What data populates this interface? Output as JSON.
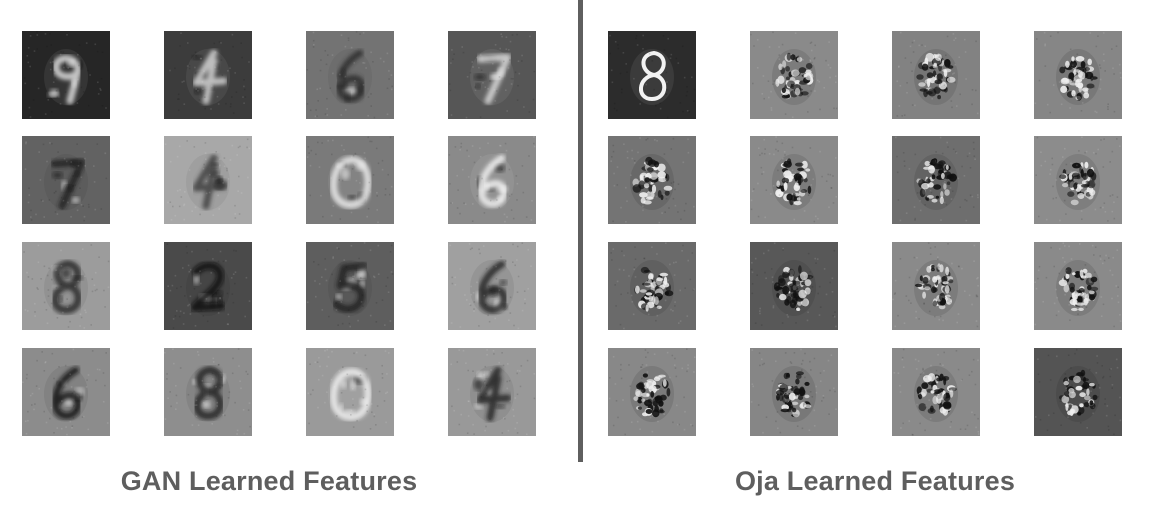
{
  "panels": [
    {
      "id": "gan",
      "caption": "GAN Learned Features",
      "tiles": [
        {
          "bg": "#262626",
          "stroke": "#e8e8e8",
          "digit": "9",
          "noise": "smooth"
        },
        {
          "bg": "#3c3c3c",
          "stroke": "#dcdcdc",
          "digit": "4",
          "noise": "smooth"
        },
        {
          "bg": "#737373",
          "stroke": "#2a2a2a",
          "digit": "6",
          "noise": "smooth"
        },
        {
          "bg": "#565656",
          "stroke": "#e0e0e0",
          "digit": "7",
          "noise": "smooth"
        },
        {
          "bg": "#626262",
          "stroke": "#1c1c1c",
          "digit": "7",
          "noise": "smooth"
        },
        {
          "bg": "#a8a8a8",
          "stroke": "#3a3a3a",
          "digit": "4",
          "noise": "smooth"
        },
        {
          "bg": "#7a7a7a",
          "stroke": "#f0f0f0",
          "digit": "0",
          "noise": "smooth"
        },
        {
          "bg": "#8a8a8a",
          "stroke": "#f6f6f6",
          "digit": "6",
          "noise": "smooth"
        },
        {
          "bg": "#9c9c9c",
          "stroke": "#222222",
          "digit": "8",
          "noise": "smooth"
        },
        {
          "bg": "#4a4a4a",
          "stroke": "#0f0f0f",
          "digit": "2",
          "noise": "smooth"
        },
        {
          "bg": "#5e5e5e",
          "stroke": "#1a1a1a",
          "digit": "5",
          "noise": "smooth"
        },
        {
          "bg": "#a0a0a0",
          "stroke": "#1a1a1a",
          "digit": "6",
          "noise": "smooth"
        },
        {
          "bg": "#8c8c8c",
          "stroke": "#111111",
          "digit": "6",
          "noise": "smooth"
        },
        {
          "bg": "#8e8e8e",
          "stroke": "#1a1a1a",
          "digit": "8",
          "noise": "smooth"
        },
        {
          "bg": "#9a9a9a",
          "stroke": "#f4f4f4",
          "digit": "0",
          "noise": "smooth"
        },
        {
          "bg": "#999999",
          "stroke": "#1c1c1c",
          "digit": "4",
          "noise": "smooth"
        }
      ]
    },
    {
      "id": "oja",
      "caption": "Oja Learned Features",
      "tiles": [
        {
          "bg": "#2c2c2c",
          "stroke": "#f2f2f2",
          "digit": "8",
          "noise": "clean"
        },
        {
          "bg": "#8a8a8a",
          "stroke": "#151515",
          "digit": "blob",
          "noise": "busy"
        },
        {
          "bg": "#828282",
          "stroke": "#151515",
          "digit": "blob",
          "noise": "busy"
        },
        {
          "bg": "#868686",
          "stroke": "#151515",
          "digit": "blob",
          "noise": "busy"
        },
        {
          "bg": "#747474",
          "stroke": "#151515",
          "digit": "blob",
          "noise": "busy"
        },
        {
          "bg": "#8a8a8a",
          "stroke": "#151515",
          "digit": "blob",
          "noise": "busy"
        },
        {
          "bg": "#6e6e6e",
          "stroke": "#151515",
          "digit": "blob",
          "noise": "busy"
        },
        {
          "bg": "#8c8c8c",
          "stroke": "#151515",
          "digit": "blob",
          "noise": "busy"
        },
        {
          "bg": "#6a6a6a",
          "stroke": "#151515",
          "digit": "blob",
          "noise": "busy"
        },
        {
          "bg": "#585858",
          "stroke": "#151515",
          "digit": "blob",
          "noise": "busy"
        },
        {
          "bg": "#8a8a8a",
          "stroke": "#151515",
          "digit": "blob",
          "noise": "busy"
        },
        {
          "bg": "#8a8a8a",
          "stroke": "#151515",
          "digit": "blob",
          "noise": "busy"
        },
        {
          "bg": "#888888",
          "stroke": "#151515",
          "digit": "blob",
          "noise": "busy"
        },
        {
          "bg": "#868686",
          "stroke": "#151515",
          "digit": "blob",
          "noise": "busy"
        },
        {
          "bg": "#8a8a8a",
          "stroke": "#151515",
          "digit": "blob",
          "noise": "busy"
        },
        {
          "bg": "#545454",
          "stroke": "#151515",
          "digit": "blob",
          "noise": "busy"
        }
      ]
    }
  ]
}
